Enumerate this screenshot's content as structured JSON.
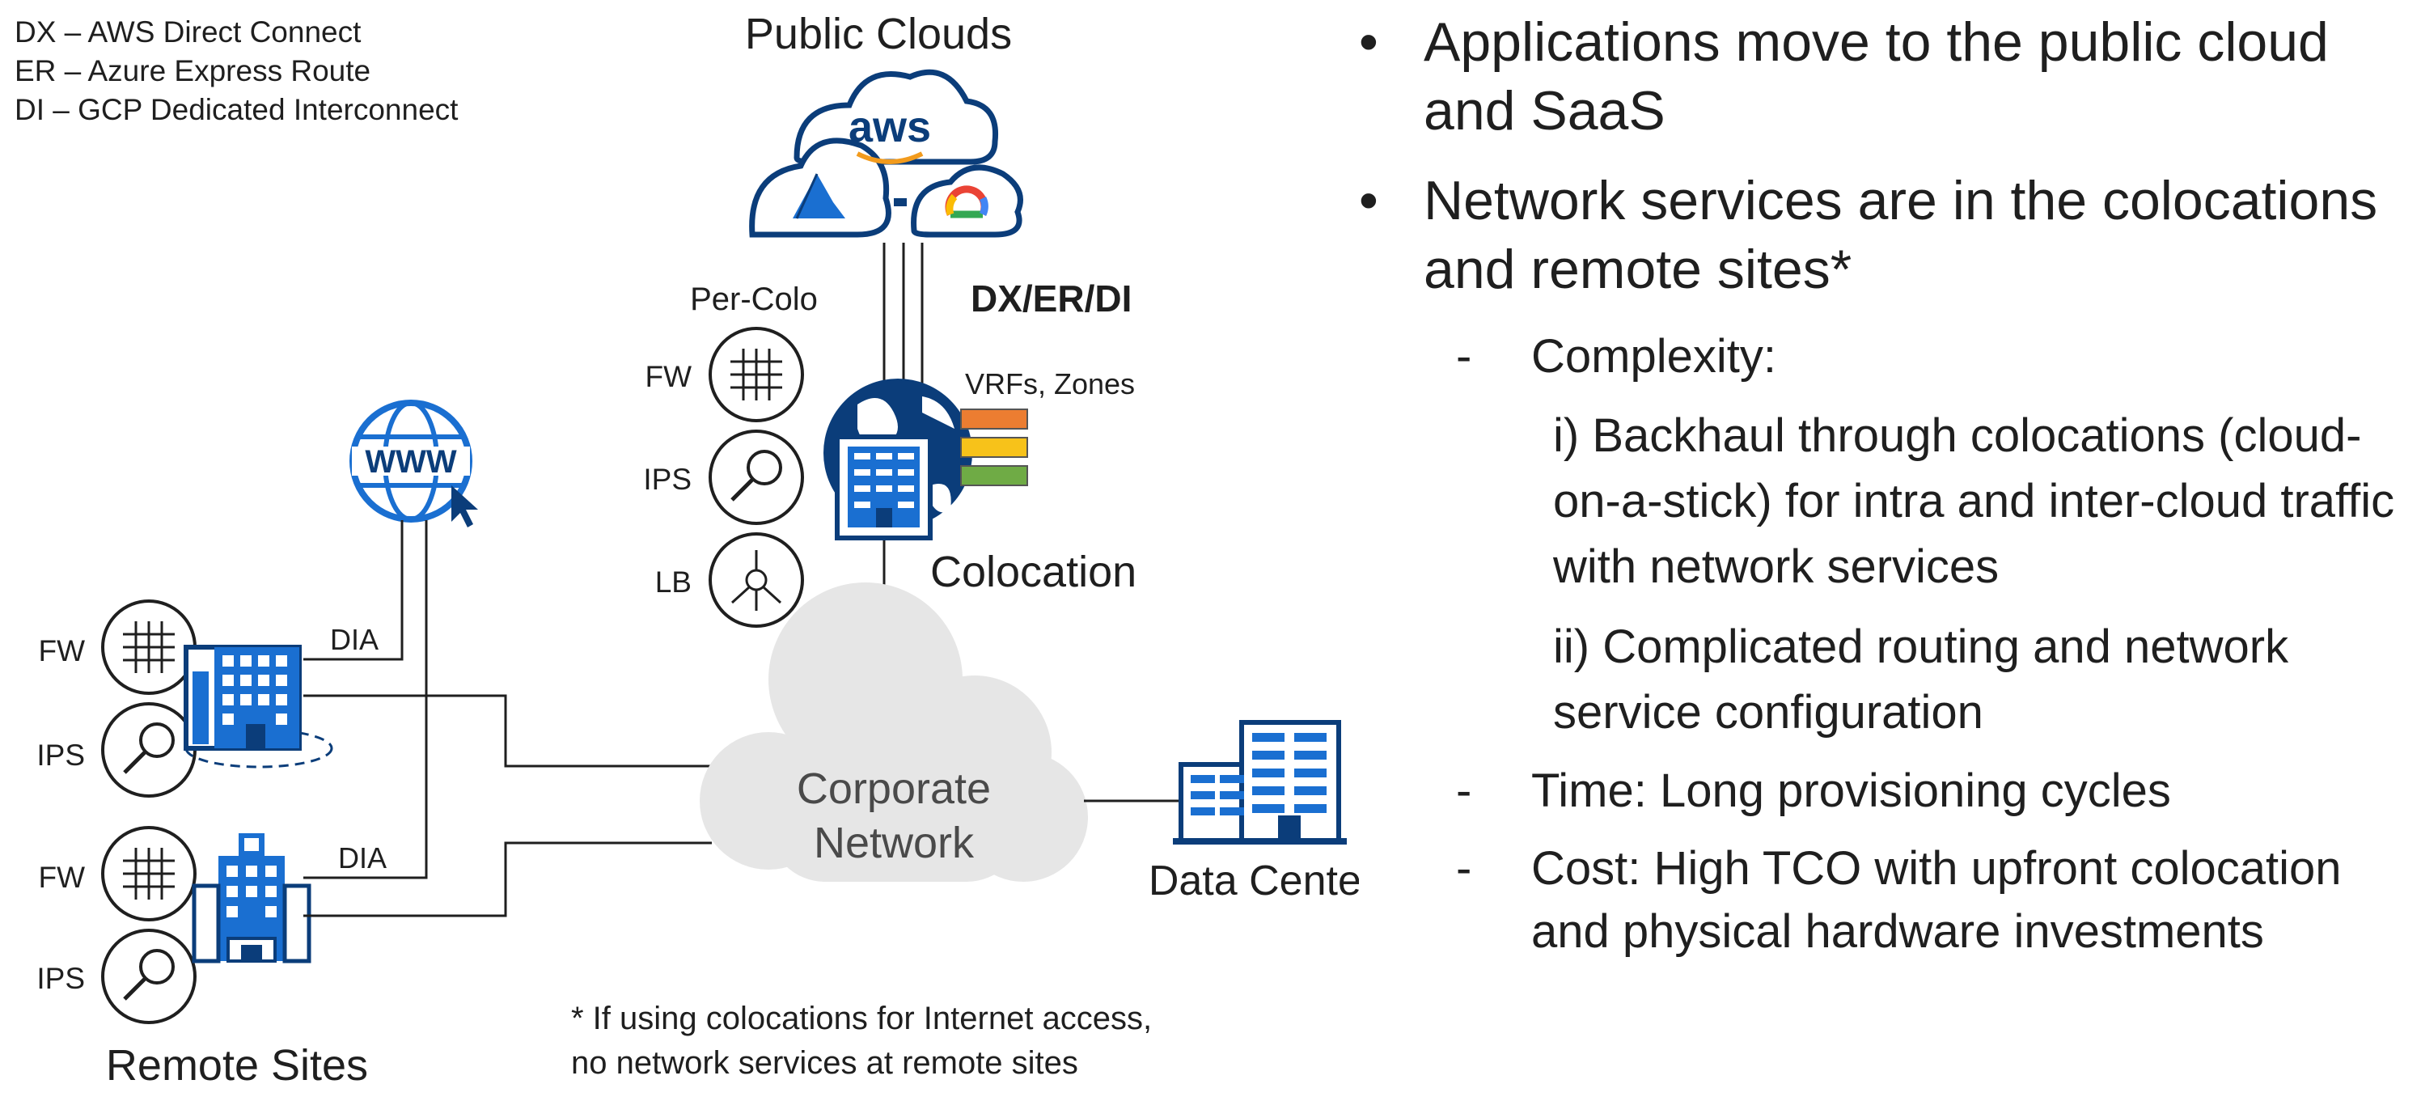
{
  "legend": [
    "DX – AWS Direct Connect",
    "ER – Azure Express Route",
    "DI – GCP Dedicated Interconnect"
  ],
  "diagram": {
    "public_clouds_label": "Public Clouds",
    "aws_label": "aws",
    "dx_er_di_label": "DX/ER/DI",
    "per_colo_label": "Per-Colo",
    "colo_services": [
      "FW",
      "IPS",
      "LB"
    ],
    "vrfs_label": "VRFs, Zones",
    "colocation_label": "Colocation",
    "www_label": "WWW",
    "dia_label_1": "DIA",
    "dia_label_2": "DIA",
    "site1_services": [
      "FW",
      "IPS"
    ],
    "site2_services": [
      "FW",
      "IPS"
    ],
    "remote_sites_label": "Remote Sites",
    "corporate_network_line1": "Corporate",
    "corporate_network_line2": "Network",
    "data_center_label": "Data Center",
    "footnote_line1": "* If using colocations for Internet access,",
    "footnote_line2": "no network services at remote sites",
    "colors": {
      "navy": "#0b3d7a",
      "blue": "#1a6fd1",
      "cloud_gray": "#e6e6e6",
      "zone_orange": "#ec7d31",
      "zone_yellow": "#f7c21a",
      "zone_green": "#6fab45"
    }
  },
  "bullets": {
    "b1": "Applications move to the public cloud and SaaS",
    "b2": "Network services are in the colocations and remote sites*",
    "complexity": "Complexity:",
    "complexity_i": "i) Backhaul through colocations (cloud-on-a-stick) for intra and inter-cloud traffic with network services",
    "complexity_ii": "ii) Complicated routing and network service configuration",
    "time": "Time: Long provisioning cycles",
    "cost": "Cost: High TCO with upfront colocation and physical hardware investments",
    "bullet_char": "•",
    "dash_char": "-"
  }
}
